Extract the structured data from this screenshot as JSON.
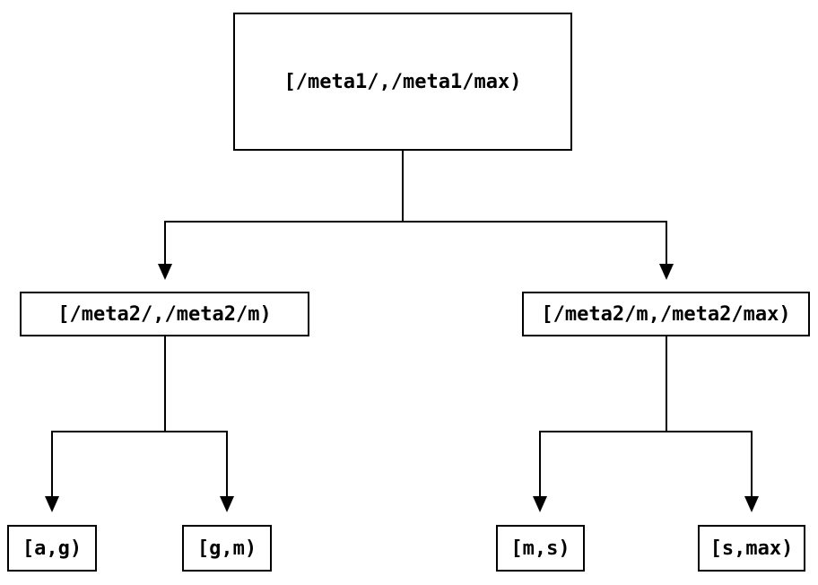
{
  "diagram": {
    "type": "tree",
    "nodes": {
      "root": {
        "id": "root",
        "label": "[/meta1/,/meta1/max)"
      },
      "meta2_left": {
        "id": "meta2_left",
        "label": "[/meta2/,/meta2/m)"
      },
      "meta2_right": {
        "id": "meta2_right",
        "label": "[/meta2/m,/meta2/max)"
      },
      "leaf_ag": {
        "id": "leaf_ag",
        "label": "[a,g)"
      },
      "leaf_gm": {
        "id": "leaf_gm",
        "label": "[g,m)"
      },
      "leaf_ms": {
        "id": "leaf_ms",
        "label": "[m,s)"
      },
      "leaf_smax": {
        "id": "leaf_smax",
        "label": "[s,max)"
      }
    },
    "edges": [
      {
        "from": "root",
        "to": "meta2_left"
      },
      {
        "from": "root",
        "to": "meta2_right"
      },
      {
        "from": "meta2_left",
        "to": "leaf_ag"
      },
      {
        "from": "meta2_left",
        "to": "leaf_gm"
      },
      {
        "from": "meta2_right",
        "to": "leaf_ms"
      },
      {
        "from": "meta2_right",
        "to": "leaf_smax"
      }
    ],
    "colors": {
      "line": "#000000",
      "box_border": "#000000",
      "box_background": "#ffffff",
      "text": "#000000",
      "page_background": "#ffffff"
    }
  }
}
